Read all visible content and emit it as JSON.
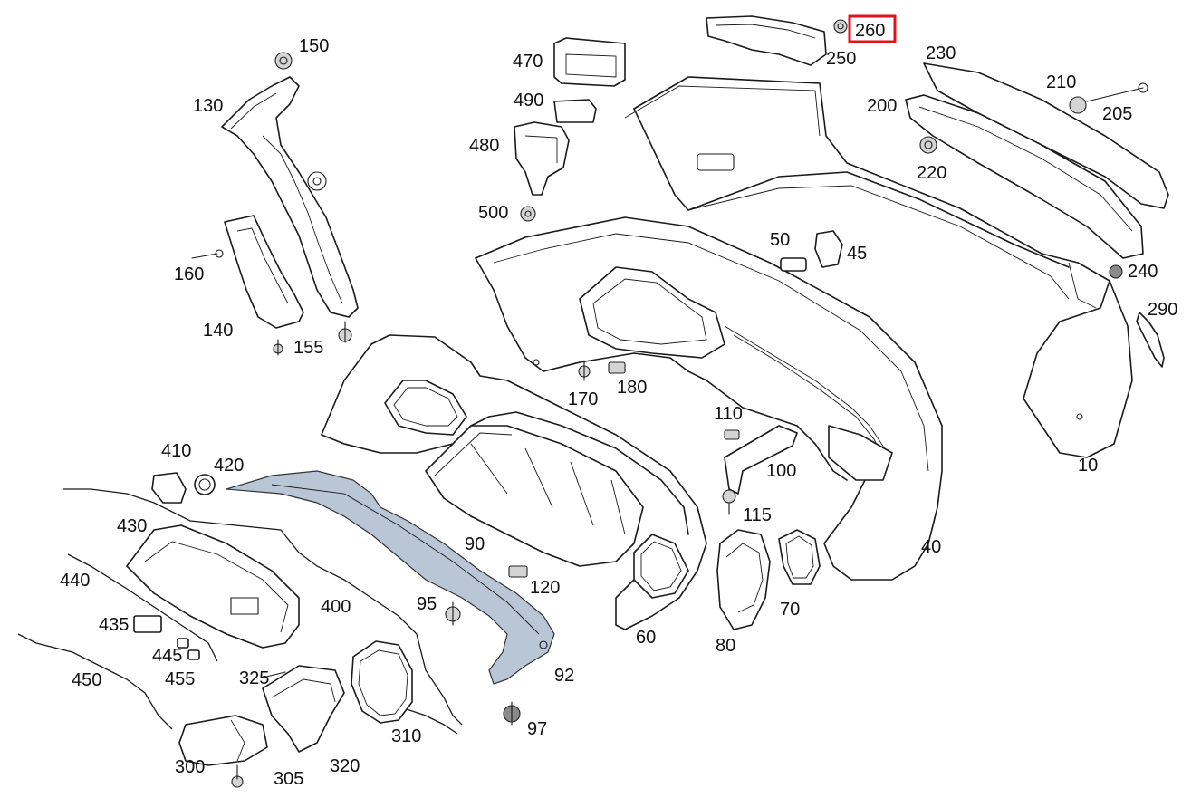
{
  "labels": {
    "p10": "10",
    "p40": "40",
    "p45": "45",
    "p50": "50",
    "p60": "60",
    "p70": "70",
    "p80": "80",
    "p90": "90",
    "p92": "92",
    "p95": "95",
    "p97": "97",
    "p100": "100",
    "p110": "110",
    "p115": "115",
    "p120": "120",
    "p130": "130",
    "p140": "140",
    "p150": "150",
    "p155": "155",
    "p160": "160",
    "p170": "170",
    "p180": "180",
    "p200": "200",
    "p205": "205",
    "p210": "210",
    "p220": "220",
    "p230": "230",
    "p240": "240",
    "p250": "250",
    "p260": "260",
    "p290": "290",
    "p300": "300",
    "p305": "305",
    "p310": "310",
    "p320": "320",
    "p325": "325",
    "p400": "400",
    "p410": "410",
    "p420": "420",
    "p430": "430",
    "p435": "435",
    "p440": "440",
    "p445": "445",
    "p450": "450",
    "p455": "455",
    "p470": "470",
    "p480": "480",
    "p490": "490",
    "p500": "500"
  },
  "highlight": {
    "part": "260",
    "color": "#e0121b"
  }
}
